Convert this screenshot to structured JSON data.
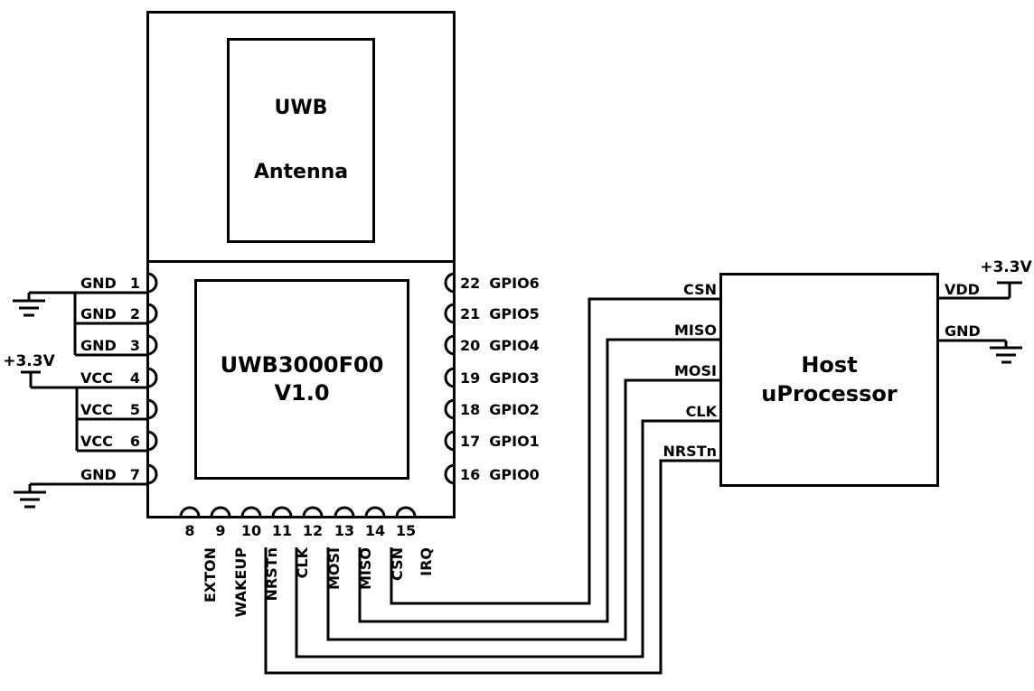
{
  "colors": {
    "line": "#000000",
    "background": "#ffffff",
    "text": "#000000"
  },
  "module": {
    "antenna": {
      "line1": "UWB",
      "line2": "Antenna"
    },
    "chip": {
      "line1": "UWB3000F00",
      "line2": "V1.0"
    },
    "left_pins": [
      {
        "name": "GND",
        "num": "1"
      },
      {
        "name": "GND",
        "num": "2"
      },
      {
        "name": "GND",
        "num": "3"
      },
      {
        "name": "VCC",
        "num": "4"
      },
      {
        "name": "VCC",
        "num": "5"
      },
      {
        "name": "VCC",
        "num": "6"
      },
      {
        "name": "GND",
        "num": "7"
      }
    ],
    "right_pins": [
      {
        "num": "22",
        "name": "GPIO6"
      },
      {
        "num": "21",
        "name": "GPIO5"
      },
      {
        "num": "20",
        "name": "GPIO4"
      },
      {
        "num": "19",
        "name": "GPIO3"
      },
      {
        "num": "18",
        "name": "GPIO2"
      },
      {
        "num": "17",
        "name": "GPIO1"
      },
      {
        "num": "16",
        "name": "GPIO0"
      }
    ],
    "bottom_pins": [
      {
        "num": "8",
        "name": "EXTON"
      },
      {
        "num": "9",
        "name": "WAKEUP"
      },
      {
        "num": "10",
        "name": "NRSTn"
      },
      {
        "num": "11",
        "name": "CLK"
      },
      {
        "num": "12",
        "name": "MOSI"
      },
      {
        "num": "13",
        "name": "MISO"
      },
      {
        "num": "14",
        "name": "CSN"
      },
      {
        "num": "15",
        "name": "IRQ"
      }
    ]
  },
  "host": {
    "line1": "Host",
    "line2": "uProcessor",
    "left_pins": [
      "CSN",
      "MISO",
      "MOSI",
      "CLK",
      "NRSTn"
    ],
    "right_pins": [
      "VDD",
      "GND"
    ]
  },
  "power": {
    "left_rail": "+3.3V",
    "right_rail": "+3.3V"
  }
}
